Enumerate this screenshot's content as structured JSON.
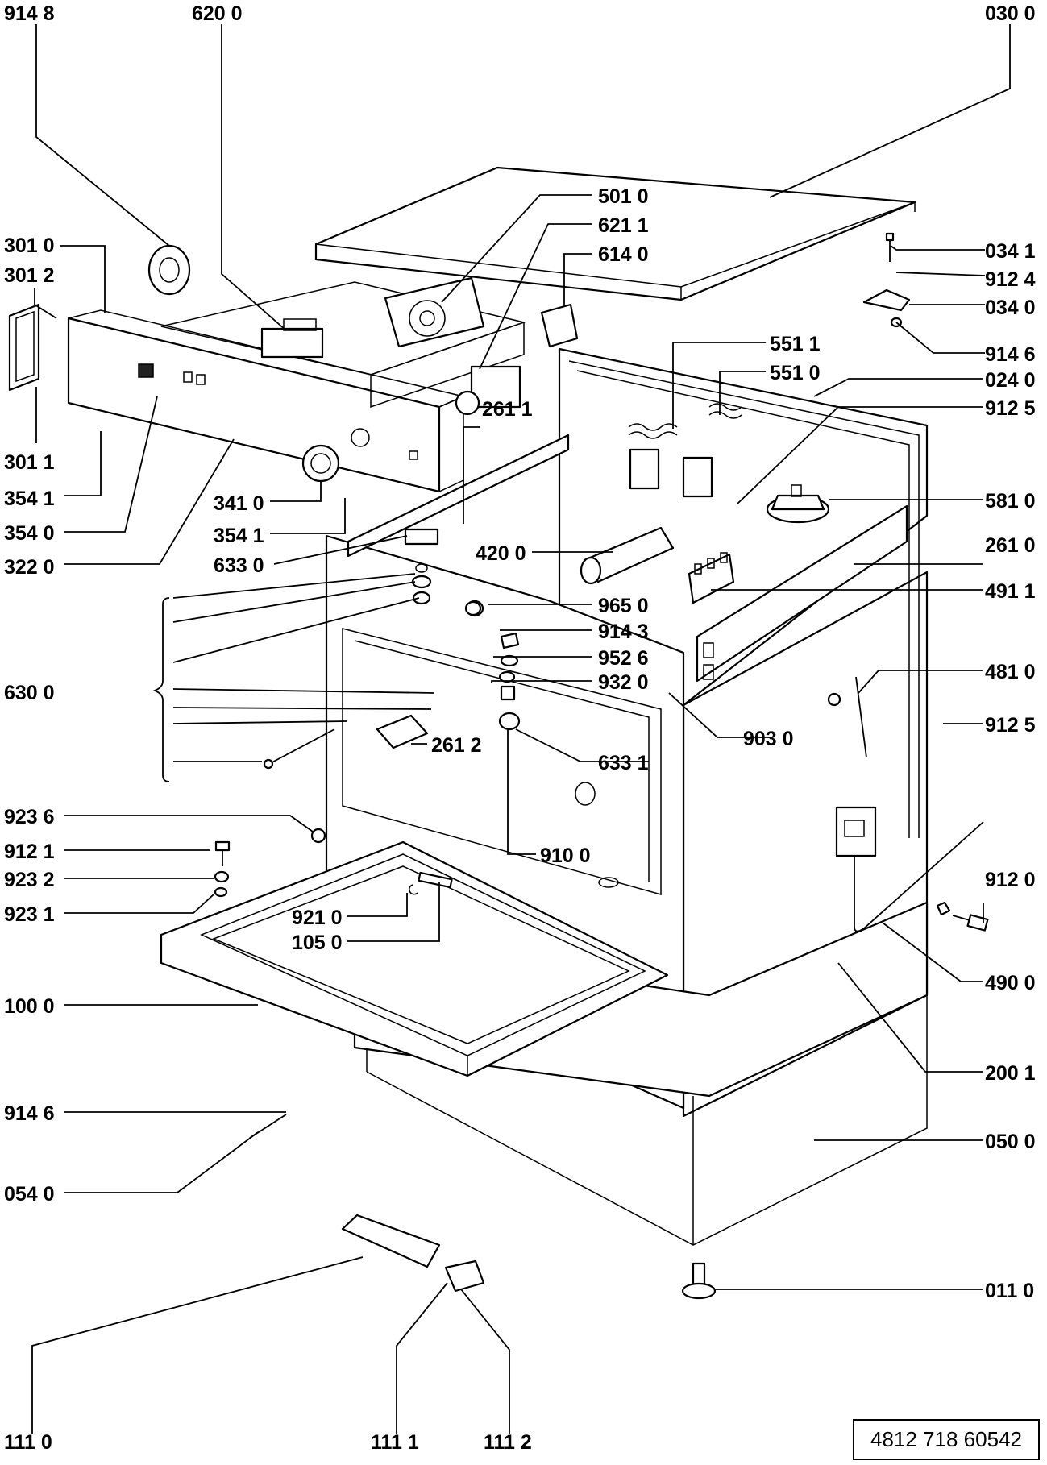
{
  "labels": {
    "l_9148": "914 8",
    "l_6200": "620 0",
    "l_0300": "030 0",
    "l_5010": "501 0",
    "l_6211": "621 1",
    "l_6140": "614 0",
    "l_3010": "301 0",
    "l_3012": "301 2",
    "l_0341": "034 1",
    "l_9124": "912 4",
    "l_0340": "034 0",
    "l_9146a": "914 6",
    "l_5511": "551 1",
    "l_5510": "551 0",
    "l_0240": "024 0",
    "l_9125a": "912 5",
    "l_3011": "301 1",
    "l_2611": "261 1",
    "l_3541a": "354 1",
    "l_3410": "341 0",
    "l_5810": "581 0",
    "l_3540": "354 0",
    "l_3541b": "354 1",
    "l_4200": "420 0",
    "l_2610": "261 0",
    "l_3220": "322 0",
    "l_6330": "633 0",
    "l_4911": "491 1",
    "l_9650": "965 0",
    "l_9143": "914 3",
    "l_9526": "952 6",
    "l_4810": "481 0",
    "l_6300": "630 0",
    "l_9320": "932 0",
    "l_9030": "903 0",
    "l_9125b": "912 5",
    "l_2612": "261 2",
    "l_6331": "633 1",
    "l_9236": "923 6",
    "l_9121": "912 1",
    "l_9100": "910 0",
    "l_9232": "923 2",
    "l_9120": "912 0",
    "l_9231": "923 1",
    "l_9210": "921 0",
    "l_1050": "105 0",
    "l_4900": "490 0",
    "l_1000": "100 0",
    "l_2001": "200 1",
    "l_9146b": "914 6",
    "l_0500": "050 0",
    "l_0540": "054 0",
    "l_0110": "011 0",
    "l_1110": "111 0",
    "l_1111": "111 1",
    "l_1112": "111 2"
  },
  "doc_ref": "4812 718 60542"
}
